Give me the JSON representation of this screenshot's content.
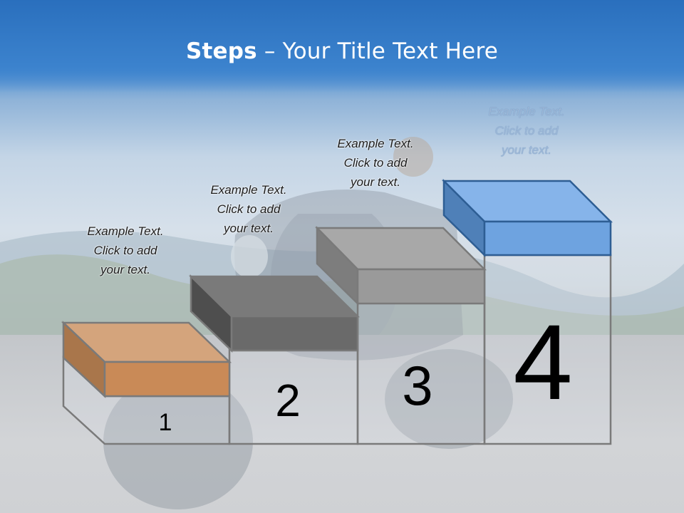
{
  "title": {
    "bold": "Steps",
    "rest": " – Your Title Text Here"
  },
  "steps": [
    {
      "number": "1",
      "line1": "Example Text.",
      "line2": "Click  to add",
      "line3": "your text.",
      "color": "#c98a57"
    },
    {
      "number": "2",
      "line1": "Example Text.",
      "line2": "Click  to add",
      "line3": "your text.",
      "color": "#6a6a6a"
    },
    {
      "number": "3",
      "line1": "Example Text.",
      "line2": "Click  to add",
      "line3": "your text.",
      "color": "#9a9a9a"
    },
    {
      "number": "4",
      "line1": "Example Text.",
      "line2": "Click  to add",
      "line3": "your text.",
      "color": "#6ea3e0"
    }
  ]
}
